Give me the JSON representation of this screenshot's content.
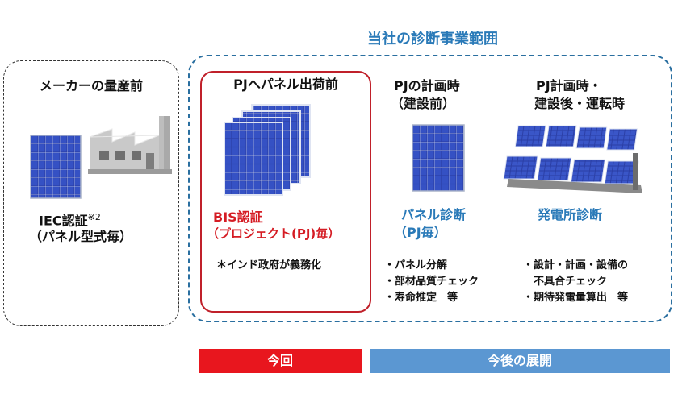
{
  "header": {
    "title": "当社の診断事業範囲"
  },
  "maker": {
    "title": "メーカーの量産前",
    "cert_line1": "IEC認証",
    "cert_mark": "※2",
    "cert_line2": "（パネル型式毎）"
  },
  "pj_shipping": {
    "title": "PJへパネル出荷前",
    "cert_line1": "BIS認証",
    "cert_line2": "（プロジェクト(PJ)毎）",
    "note": "＊インド政府が義務化"
  },
  "pj_planning": {
    "title_line1": "PJの計画時",
    "title_line2": "（建設前）",
    "label_line1": "パネル診断",
    "label_line2": "（PJ毎）",
    "items": [
      "・パネル分解",
      "・部材品質チェック",
      "・寿命推定　等"
    ]
  },
  "pj_operation": {
    "title_line1": "PJ計画時・",
    "title_line2": "建設後・運転時",
    "label": "発電所診断",
    "items": [
      "・設計・計画・設備の",
      "　不具合チェック",
      "・期待発電量算出　等"
    ]
  },
  "footer": {
    "now_label": "今回",
    "future_label": "今後の展開"
  },
  "colors": {
    "accent_blue": "#2a7ab8",
    "red": "#d51c24",
    "bar_red": "#e8161e",
    "bar_blue": "#5b97d2",
    "panel_blue": "#2b3fa6"
  },
  "icons": [
    "solar-panel-icon",
    "factory-icon",
    "solar-farm-icon"
  ]
}
